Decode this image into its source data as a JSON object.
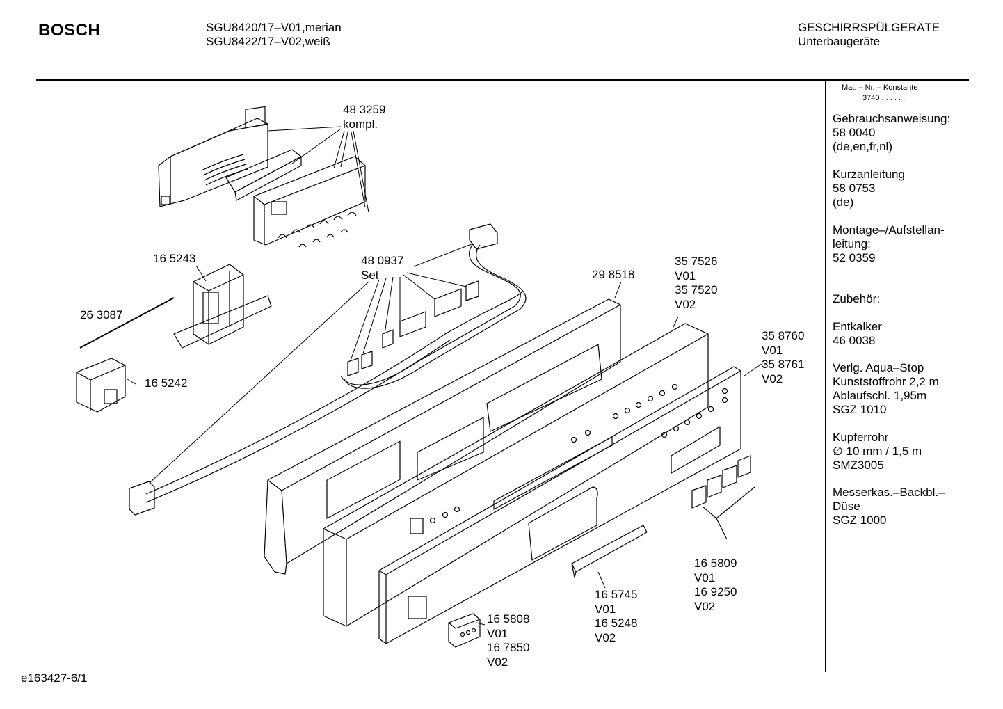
{
  "header": {
    "brand": "BOSCH",
    "model_line_1": "SGU8420/17–V01,merian",
    "model_line_2": "SGU8422/17–V02,weiß",
    "category_line_1": "GESCHIRRSPÜLGERÄTE",
    "category_line_2": "Unterbaugeräte"
  },
  "sidebar": {
    "mat_title": "Mat. – Nr. – Konstante",
    "mat_value": "3740 . .  .  .  .  .",
    "blocks": [
      {
        "lines": [
          "Gebrauchsanweisung:",
          "58 0040",
          "(de,en,fr,nl)"
        ]
      },
      {
        "lines": [
          "Kurzanleitung",
          "58 0753",
          "(de)"
        ]
      },
      {
        "lines": [
          "Montage–/Aufstellan-",
          "leitung:",
          "52 0359"
        ]
      },
      {
        "lines": [
          "Zubehör:"
        ]
      },
      {
        "lines": [
          "Entkalker",
          "46 0038"
        ]
      },
      {
        "lines": [
          "Verlg. Aqua–Stop",
          "Kunststoffrohr 2,2 m",
          "Ablaufschl. 1,95m",
          "SGZ 1010"
        ]
      },
      {
        "lines": [
          "Kupferrohr",
          "∅ 10 mm / 1,5 m",
          "SMZ3005"
        ]
      },
      {
        "lines": [
          "Messerkas.–Backbl.–",
          "Düse",
          "SGZ 1000"
        ]
      }
    ]
  },
  "part_labels": {
    "p483259": [
      "48 3259",
      "kompl."
    ],
    "p165243": [
      "16 5243"
    ],
    "p263087": [
      "26 3087"
    ],
    "p165242": [
      "16 5242"
    ],
    "p480937": [
      "48 0937",
      "Set"
    ],
    "p298518": [
      "29 8518"
    ],
    "p357526": [
      "35 7526",
      "V01",
      "35 7520",
      "V02"
    ],
    "p358760": [
      "35 8760",
      "V01",
      "35 8761",
      "V02"
    ],
    "p165809": [
      "16 5809",
      "V01",
      "16 9250",
      "V02"
    ],
    "p165745": [
      "16 5745",
      "V01",
      "16 5248",
      "V02"
    ],
    "p165808": [
      "16 5808",
      "V01",
      "16 7850",
      "V02"
    ]
  },
  "footer": {
    "drawing_id": "e163427-6/1"
  }
}
